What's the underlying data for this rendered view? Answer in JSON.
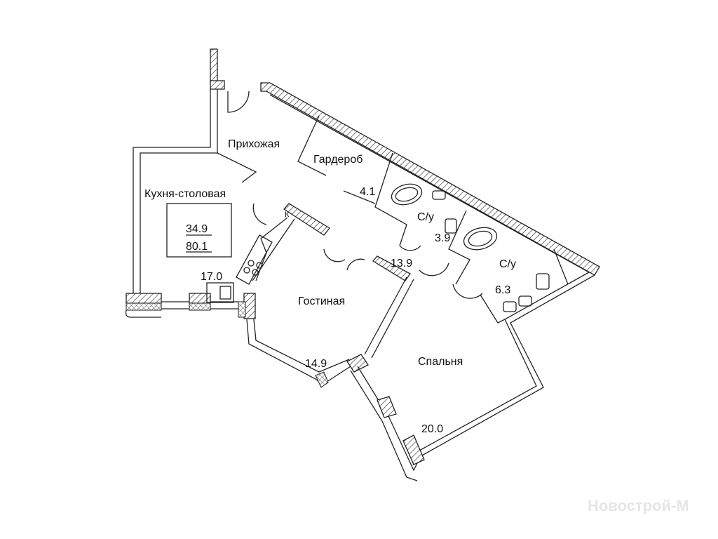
{
  "plan": {
    "rooms": [
      {
        "name": "Прихожая",
        "area": "13.9"
      },
      {
        "name": "Гардероб",
        "area": "4.1"
      },
      {
        "name": "Кухня-столовая",
        "area": "17.0"
      },
      {
        "name": "С/у",
        "area": "3.9"
      },
      {
        "name": "С/у",
        "area": "6.3"
      },
      {
        "name": "Гостиная",
        "area": "14.9"
      },
      {
        "name": "Спальня",
        "area": "20.0"
      }
    ],
    "summary": {
      "living_area": "34.9",
      "total_area": "80.1"
    },
    "marker": "К"
  },
  "watermark": "Новострой-М"
}
